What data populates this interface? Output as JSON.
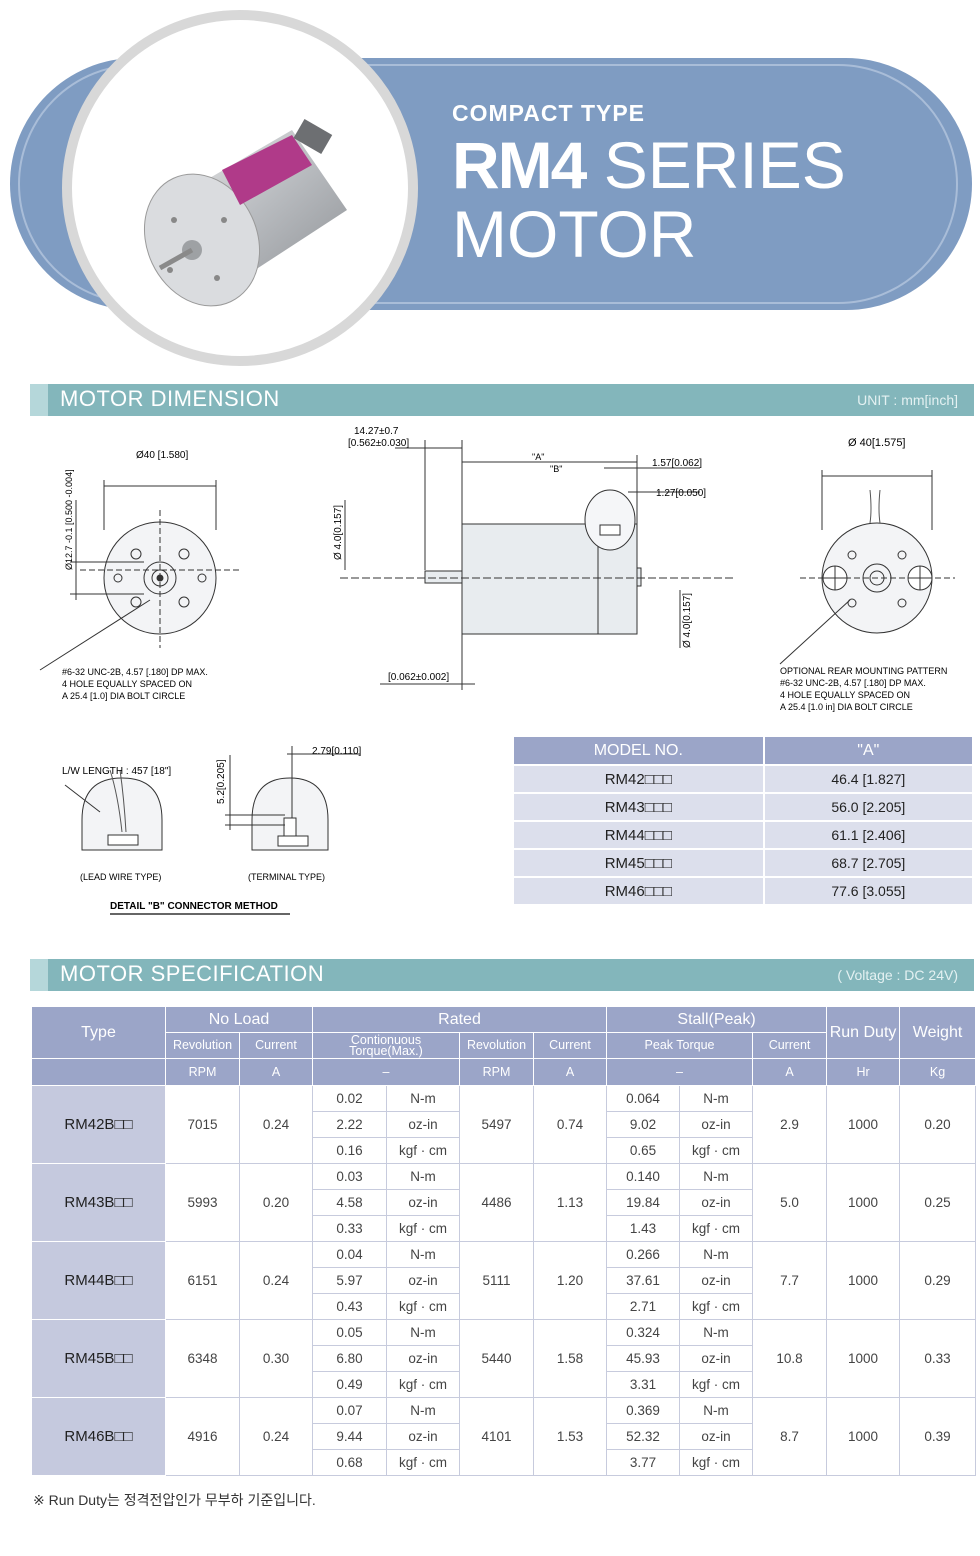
{
  "hero": {
    "subtitle": "COMPACT TYPE",
    "title_bold": "RM4",
    "title_rest": "SERIES",
    "title_line2": "MOTOR"
  },
  "dimension": {
    "title": "MOTOR DIMENSION",
    "unit": "UNIT : mm[inch]",
    "front": {
      "dia": "Ø40 [1.580]",
      "shaft_dia": "Ø12.7 -0.1 [0.500 -0.004]",
      "note": [
        "#6-32 UNC-2B, 4.57 [.180] DP MAX.",
        "4 HOLE EQUALLY SPACED ON",
        "A 25.4 [1.0] DIA BOLT CIRCLE"
      ]
    },
    "side": {
      "shaft_len": "14.27±0.7",
      "shaft_len_inch": "[0.562±0.030]",
      "a_label": "\"A\"",
      "b_label": "\"B\"",
      "d1": "1.57[0.062]",
      "d2": "1.27[0.050]",
      "shaft": "Ø 4.0[0.157]",
      "boss": "Ø 4.0[0.157]",
      "bottom": "[0.062±0.002]"
    },
    "rear": {
      "dia": "Ø 40[1.575]",
      "note": [
        "OPTIONAL REAR MOUNTING PATTERN",
        "#6-32 UNC-2B, 4.57 [.180] DP MAX.",
        "4 HOLE EQUALLY SPACED ON",
        "A 25.4 [1.0 in] DIA BOLT CIRCLE"
      ]
    },
    "detail": {
      "lw": "L/W LENGTH : 457 [18\"]",
      "h": "5.2[0.205]",
      "w": "2.79[0.110]",
      "lead": "(LEAD WIRE TYPE)",
      "term": "(TERMINAL TYPE)",
      "title": "DETAIL \"B\" CONNECTOR METHOD"
    }
  },
  "models": {
    "headers": [
      "MODEL NO.",
      "\"A\""
    ],
    "rows": [
      [
        "RM42□□□",
        "46.4 [1.827]"
      ],
      [
        "RM43□□□",
        "56.0 [2.205]"
      ],
      [
        "RM44□□□",
        "61.1 [2.406]"
      ],
      [
        "RM45□□□",
        "68.7 [2.705]"
      ],
      [
        "RM46□□□",
        "77.6 [3.055]"
      ]
    ]
  },
  "spec": {
    "title": "MOTOR SPECIFICATION",
    "voltage": "( Voltage : DC 24V)",
    "h": {
      "type": "Type",
      "no_load": "No Load",
      "rated": "Rated",
      "stall": "Stall(Peak)",
      "run_duty": "Run Duty",
      "weight": "Weight",
      "revolution": "Revolution",
      "current": "Current",
      "cont_torque": "Contionuous Torque(Max.)",
      "peak_torque": "Peak Torque",
      "rpm": "RPM",
      "a": "A",
      "dash": "–",
      "hr": "Hr",
      "kg": "Kg"
    },
    "units": [
      "N-m",
      "oz-in",
      "kgf · cm"
    ],
    "rows": [
      {
        "type": "RM42B□□",
        "nl_rpm": "7015",
        "nl_a": "0.24",
        "torque": [
          "0.02",
          "2.22",
          "0.16"
        ],
        "r_rpm": "5497",
        "r_a": "0.74",
        "peak": [
          "0.064",
          "9.02",
          "0.65"
        ],
        "s_a": "2.9",
        "duty": "1000",
        "kg": "0.20"
      },
      {
        "type": "RM43B□□",
        "nl_rpm": "5993",
        "nl_a": "0.20",
        "torque": [
          "0.03",
          "4.58",
          "0.33"
        ],
        "r_rpm": "4486",
        "r_a": "1.13",
        "peak": [
          "0.140",
          "19.84",
          "1.43"
        ],
        "s_a": "5.0",
        "duty": "1000",
        "kg": "0.25"
      },
      {
        "type": "RM44B□□",
        "nl_rpm": "6151",
        "nl_a": "0.24",
        "torque": [
          "0.04",
          "5.97",
          "0.43"
        ],
        "r_rpm": "5111",
        "r_a": "1.20",
        "peak": [
          "0.266",
          "37.61",
          "2.71"
        ],
        "s_a": "7.7",
        "duty": "1000",
        "kg": "0.29"
      },
      {
        "type": "RM45B□□",
        "nl_rpm": "6348",
        "nl_a": "0.30",
        "torque": [
          "0.05",
          "6.80",
          "0.49"
        ],
        "r_rpm": "5440",
        "r_a": "1.58",
        "peak": [
          "0.324",
          "45.93",
          "3.31"
        ],
        "s_a": "10.8",
        "duty": "1000",
        "kg": "0.33"
      },
      {
        "type": "RM46B□□",
        "nl_rpm": "4916",
        "nl_a": "0.24",
        "torque": [
          "0.07",
          "9.44",
          "0.68"
        ],
        "r_rpm": "4101",
        "r_a": "1.53",
        "peak": [
          "0.369",
          "52.32",
          "3.77"
        ],
        "s_a": "8.7",
        "duty": "1000",
        "kg": "0.39"
      }
    ]
  },
  "note": "※ Run Duty는 정격전압인가 무부하 기준입니다."
}
